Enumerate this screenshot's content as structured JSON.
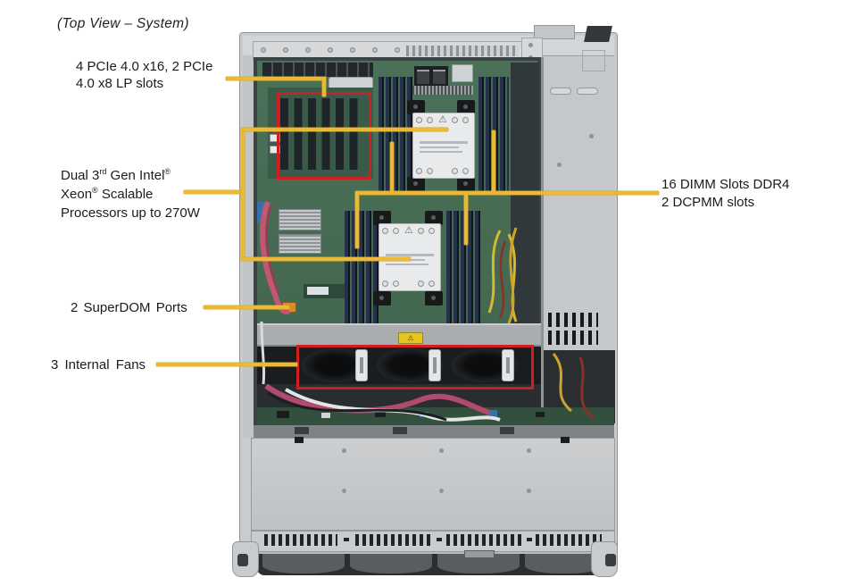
{
  "title": "(Top View – System)",
  "colors": {
    "callout_yellow": "#eab937",
    "highlight_red": "#ce2020",
    "motherboard_green": "#4b7159",
    "chassis_gray": "#c9cccf"
  },
  "callouts": {
    "pcie": {
      "line1": "4 PCIe 4.0 x16, 2 PCIe",
      "line2": "4.0 x8 LP slots"
    },
    "cpu": {
      "line1_pre": "Dual 3",
      "line1_sup": "rd",
      "line1_mid": " Gen Intel",
      "line1_reg": "®",
      "line2_pre": "Xeon",
      "line2_reg": "®",
      "line2_post": " Scalable",
      "line3": "Processors up to 270W"
    },
    "superdom": {
      "label": "2 SuperDOM Ports"
    },
    "fans": {
      "label": "3 Internal Fans"
    },
    "dimm": {
      "line1": "16 DIMM Slots DDR4",
      "line2": "2 DCPMM slots"
    }
  }
}
